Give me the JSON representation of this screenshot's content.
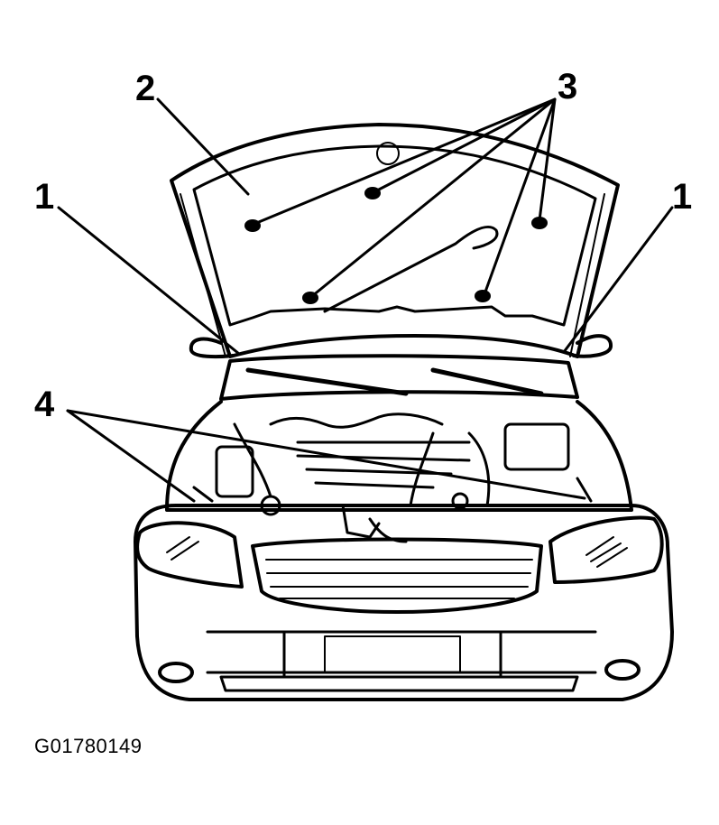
{
  "figure_id": "G01780149",
  "callouts": {
    "c1_left": "1",
    "c1_right": "1",
    "c2": "2",
    "c3": "3",
    "c4": "4"
  },
  "colors": {
    "line": "#000000",
    "background": "#ffffff"
  }
}
